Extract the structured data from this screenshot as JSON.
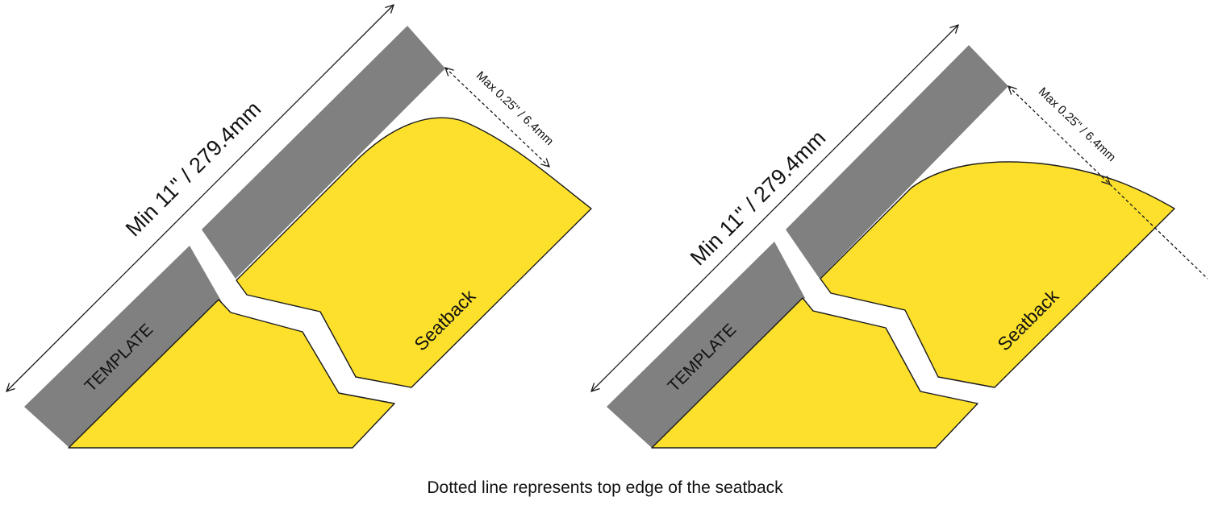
{
  "colors": {
    "seat": "#FCE02C",
    "template": "#808080",
    "outline": "#1a1a1a",
    "background": "#FFFFFF"
  },
  "figures": [
    {
      "id": "left",
      "min_length_label": "Min 11\" / 279.4mm",
      "max_gap_label": "Max 0.25\" / 6.4mm",
      "template_label": "TEMPLATE",
      "seatback_label": "Seatback"
    },
    {
      "id": "right",
      "min_length_label": "Min 11\" / 279.4mm",
      "max_gap_label": "Max 0.25\" / 6.4mm",
      "template_label": "TEMPLATE",
      "seatback_label": "Seatback"
    }
  ],
  "caption": "Dotted line represents top edge of the seatback"
}
